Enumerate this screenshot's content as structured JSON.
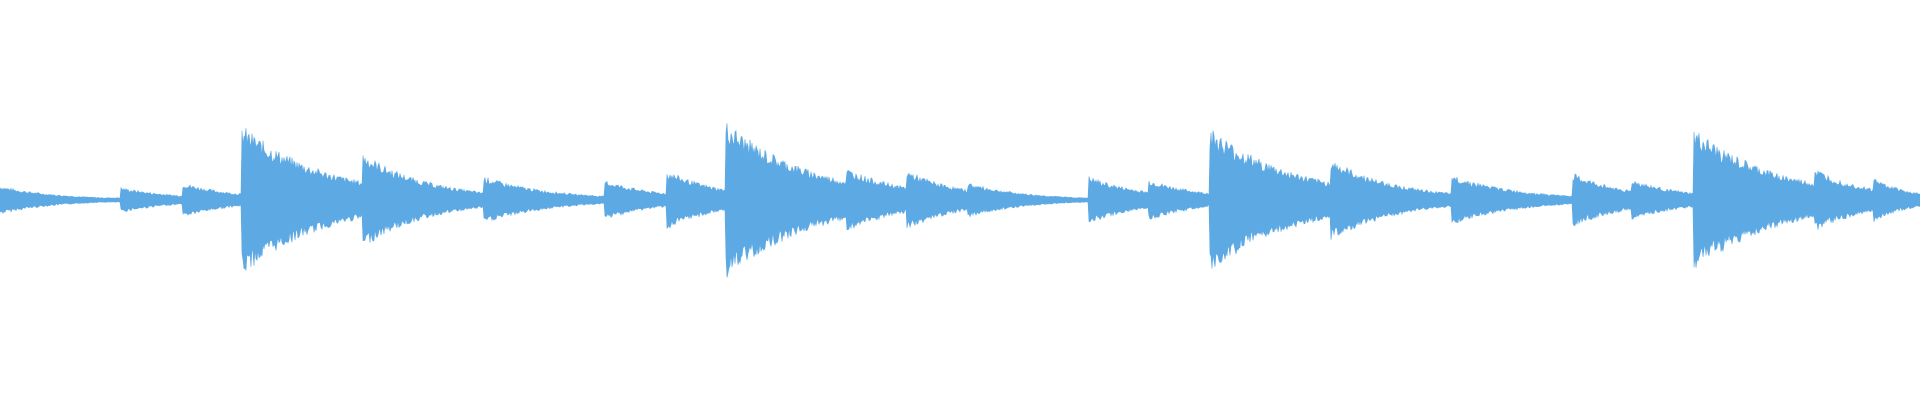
{
  "waveform": {
    "color": "#5DA9E4",
    "baseline_amplitude": 0.03,
    "onsets": [
      {
        "t": 0.0,
        "amp": 0.18,
        "decay": 0.03
      },
      {
        "t": 0.063,
        "amp": 0.16,
        "decay": 0.03
      },
      {
        "t": 0.095,
        "amp": 0.22,
        "decay": 0.03
      },
      {
        "t": 0.126,
        "amp": 0.95,
        "decay": 0.045
      },
      {
        "t": 0.189,
        "amp": 0.6,
        "decay": 0.035
      },
      {
        "t": 0.22,
        "amp": 0.22,
        "decay": 0.03
      },
      {
        "t": 0.252,
        "amp": 0.3,
        "decay": 0.035
      },
      {
        "t": 0.315,
        "amp": 0.25,
        "decay": 0.03
      },
      {
        "t": 0.347,
        "amp": 0.38,
        "decay": 0.03
      },
      {
        "t": 0.378,
        "amp": 1.0,
        "decay": 0.045
      },
      {
        "t": 0.41,
        "amp": 0.4,
        "decay": 0.025
      },
      {
        "t": 0.441,
        "amp": 0.4,
        "decay": 0.035
      },
      {
        "t": 0.472,
        "amp": 0.38,
        "decay": 0.03
      },
      {
        "t": 0.504,
        "amp": 0.22,
        "decay": 0.03
      },
      {
        "t": 0.567,
        "amp": 0.3,
        "decay": 0.03
      },
      {
        "t": 0.598,
        "amp": 0.26,
        "decay": 0.03
      },
      {
        "t": 0.63,
        "amp": 0.92,
        "decay": 0.045
      },
      {
        "t": 0.693,
        "amp": 0.52,
        "decay": 0.035
      },
      {
        "t": 0.756,
        "amp": 0.32,
        "decay": 0.035
      },
      {
        "t": 0.819,
        "amp": 0.34,
        "decay": 0.03
      },
      {
        "t": 0.85,
        "amp": 0.26,
        "decay": 0.03
      },
      {
        "t": 0.882,
        "amp": 0.9,
        "decay": 0.045
      },
      {
        "t": 0.913,
        "amp": 0.4,
        "decay": 0.025
      },
      {
        "t": 0.945,
        "amp": 0.4,
        "decay": 0.03
      },
      {
        "t": 0.976,
        "amp": 0.28,
        "decay": 0.02
      }
    ]
  }
}
